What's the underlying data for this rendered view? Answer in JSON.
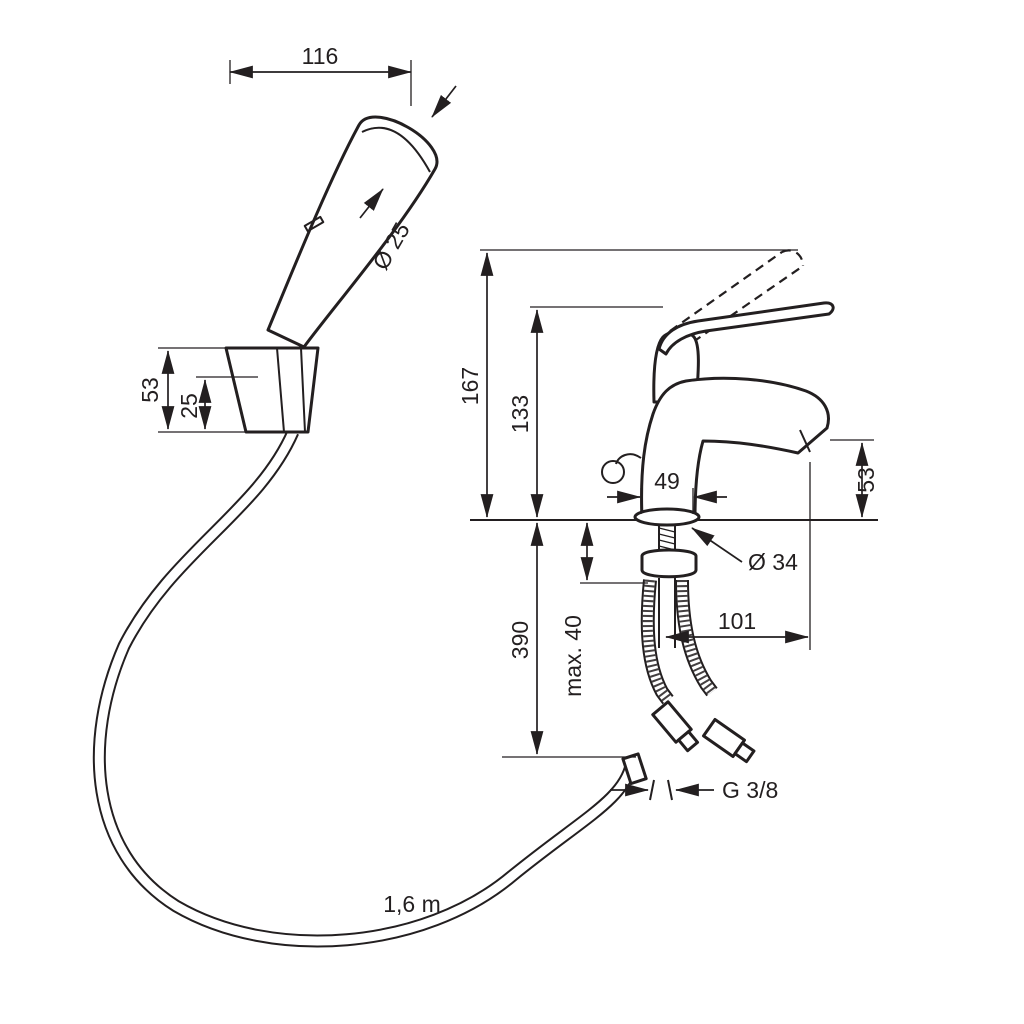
{
  "drawing": {
    "description": "Technical dimension drawing of a basin mixer faucet with hand shower, holder and hose",
    "line_color": "#231f20",
    "bg_color": "#ffffff"
  },
  "labels": {
    "head_width": "116",
    "head_face_diameter": "Ø 25",
    "holder_height": "53",
    "holder_inner": "25",
    "total_height": "167",
    "body_height": "133",
    "base_width": "49",
    "spout_height": "53",
    "base_diameter": "Ø 34",
    "under_counter_length": "390",
    "max_mount_thickness": "max. 40",
    "spout_reach": "101",
    "thread_size": "G 3/8",
    "hose_length": "1,6 m"
  }
}
